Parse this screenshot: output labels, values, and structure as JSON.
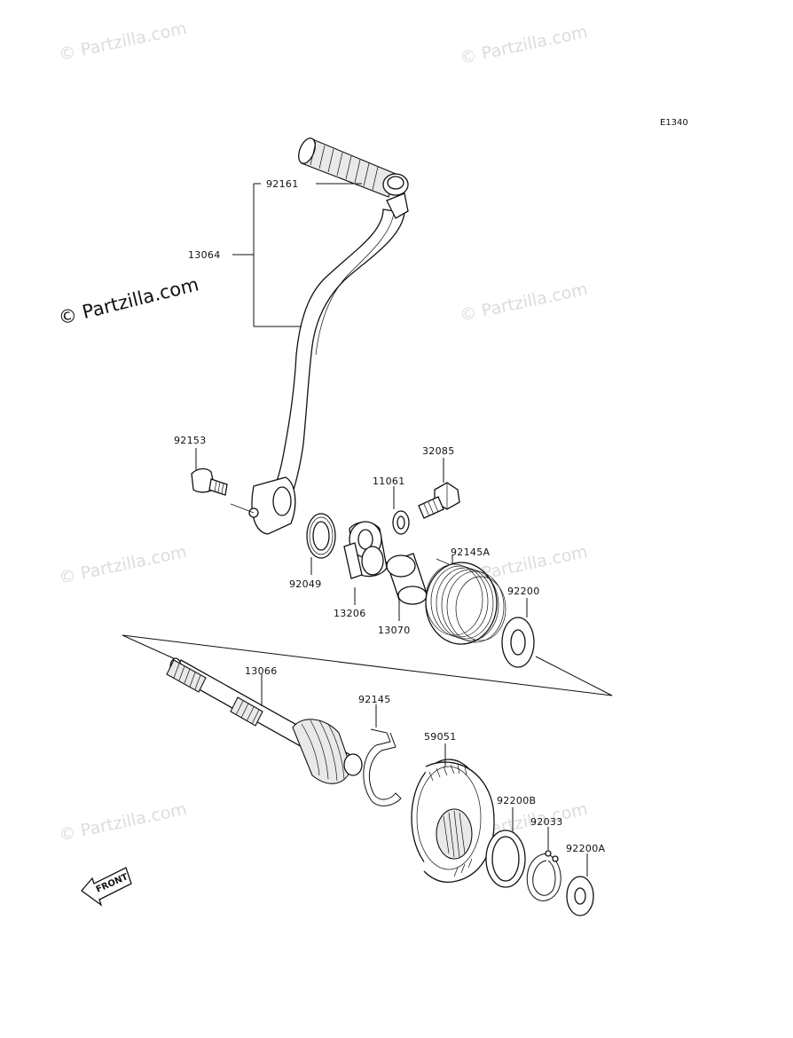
{
  "diagram": {
    "code": "E1340",
    "copyright": "© Partzilla.com",
    "watermark": "© Partzilla.com",
    "front_label": "FRONT"
  },
  "parts": [
    {
      "id": "92161"
    },
    {
      "id": "13064"
    },
    {
      "id": "92153"
    },
    {
      "id": "32085"
    },
    {
      "id": "11061"
    },
    {
      "id": "92049"
    },
    {
      "id": "13206"
    },
    {
      "id": "92145A"
    },
    {
      "id": "13070"
    },
    {
      "id": "92200"
    },
    {
      "id": "13066"
    },
    {
      "id": "92145"
    },
    {
      "id": "59051"
    },
    {
      "id": "92200B"
    },
    {
      "id": "92033"
    },
    {
      "id": "92200A"
    }
  ]
}
